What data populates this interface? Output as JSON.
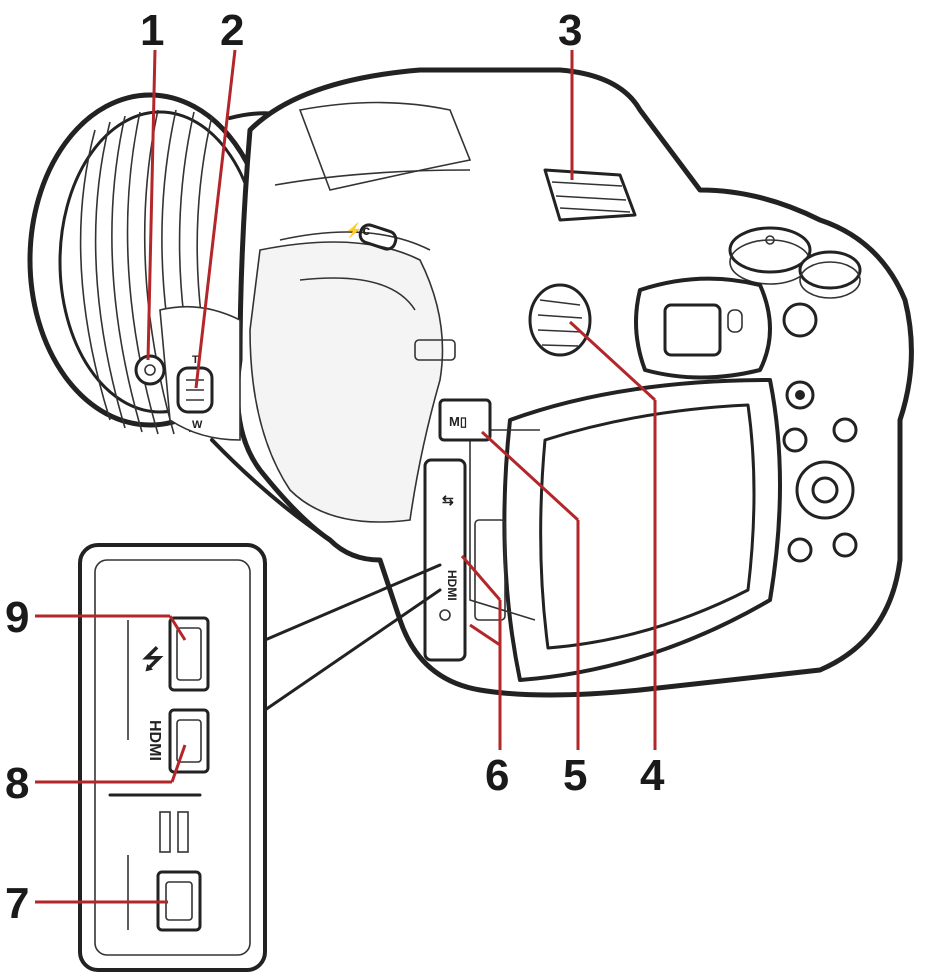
{
  "callouts": [
    {
      "id": "1",
      "label": "1"
    },
    {
      "id": "2",
      "label": "2"
    },
    {
      "id": "3",
      "label": "3"
    },
    {
      "id": "4",
      "label": "4"
    },
    {
      "id": "5",
      "label": "5"
    },
    {
      "id": "6",
      "label": "6"
    },
    {
      "id": "7",
      "label": "7"
    },
    {
      "id": "8",
      "label": "8"
    },
    {
      "id": "9",
      "label": "9"
    }
  ],
  "body_markings": {
    "zoom_tele": "T",
    "zoom_wide": "W",
    "hdmi_port_cover": "HDMI",
    "hdmi_inset": "HDMI"
  },
  "colors": {
    "leader_line": "#b3262a",
    "line_art": "#222222",
    "numbers": "#1a1a1a"
  }
}
